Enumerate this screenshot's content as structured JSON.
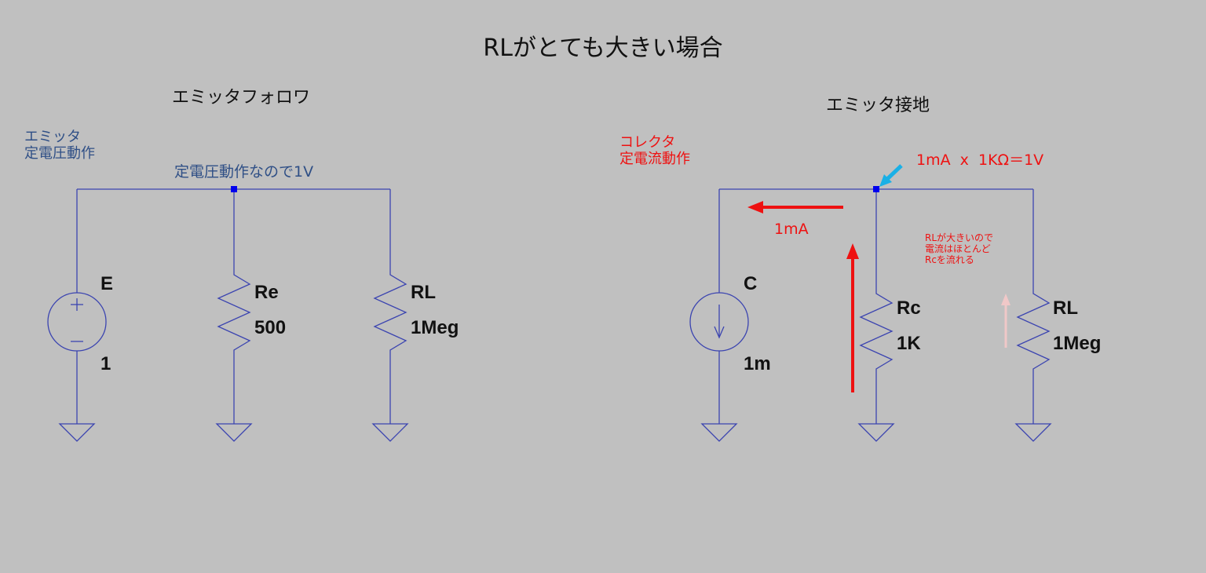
{
  "title": "RLがとても大きい場合",
  "left": {
    "subtitle": "エミッタフォロワ",
    "mode_note": [
      "エミッタ",
      "定電圧動作"
    ],
    "wire_note": "定電圧動作なので1V",
    "components": {
      "source": {
        "name": "E",
        "value": "1"
      },
      "re": {
        "name": "Re",
        "value": "500"
      },
      "rl": {
        "name": "RL",
        "value": "1Meg"
      }
    }
  },
  "right": {
    "subtitle": "エミッタ接地",
    "mode_note": [
      "コレクタ",
      "定電流動作"
    ],
    "equation": "1mA  x  1KΩ＝1V",
    "current_label": "1mA",
    "rl_note": [
      "RLが大きいので",
      "電流はほとんど",
      "Rcを流れる"
    ],
    "components": {
      "source": {
        "name": "C",
        "value": "1m"
      },
      "rc": {
        "name": "Rc",
        "value": "1K"
      },
      "rl": {
        "name": "RL",
        "value": "1Meg"
      }
    }
  },
  "colors": {
    "background": "#c0c0c0",
    "wire": "#3b44b0",
    "node": "#0000ee",
    "annotation_red": "#ee1111",
    "annotation_blue": "#2f4f86",
    "pointer_arrow": "#1ab0e6",
    "faint_arrow": "#f0c8c8"
  }
}
